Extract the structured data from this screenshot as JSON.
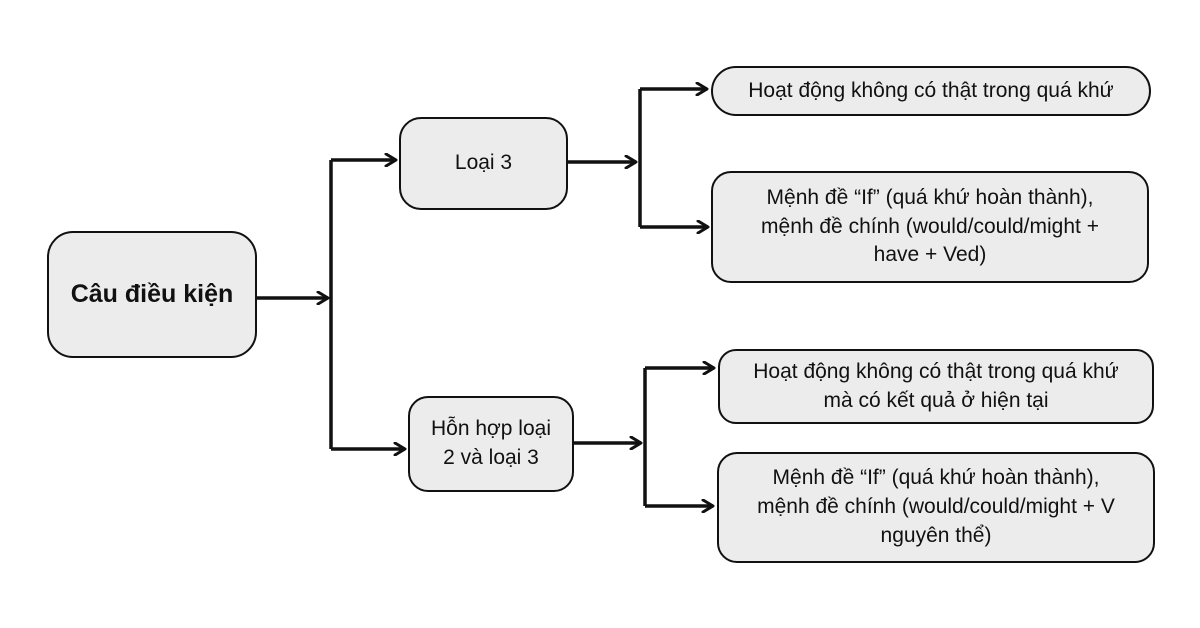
{
  "root": {
    "label": "Câu điều kiện"
  },
  "branches": [
    {
      "label": "Loại 3",
      "children": [
        {
          "lines": [
            "Hoạt động không có thật trong quá khứ"
          ]
        },
        {
          "lines": [
            "Mệnh đề “If” (quá khứ hoàn thành),",
            "mệnh đề chính (would/could/might +",
            "have + Ved)"
          ]
        }
      ]
    },
    {
      "lines": [
        "Hỗn hợp loại",
        "2 và loại 3"
      ],
      "children": [
        {
          "lines": [
            "Hoạt động không có thật trong quá khứ",
            "mà có kết quả ở hiện tại"
          ]
        },
        {
          "lines": [
            "Mệnh đề “If” (quá khứ hoàn thành),",
            "mệnh đề chính (would/could/might + V",
            "nguyên thể)"
          ]
        }
      ]
    }
  ],
  "colors": {
    "node_fill": "#ececec",
    "stroke": "#111111",
    "background": "#ffffff"
  }
}
